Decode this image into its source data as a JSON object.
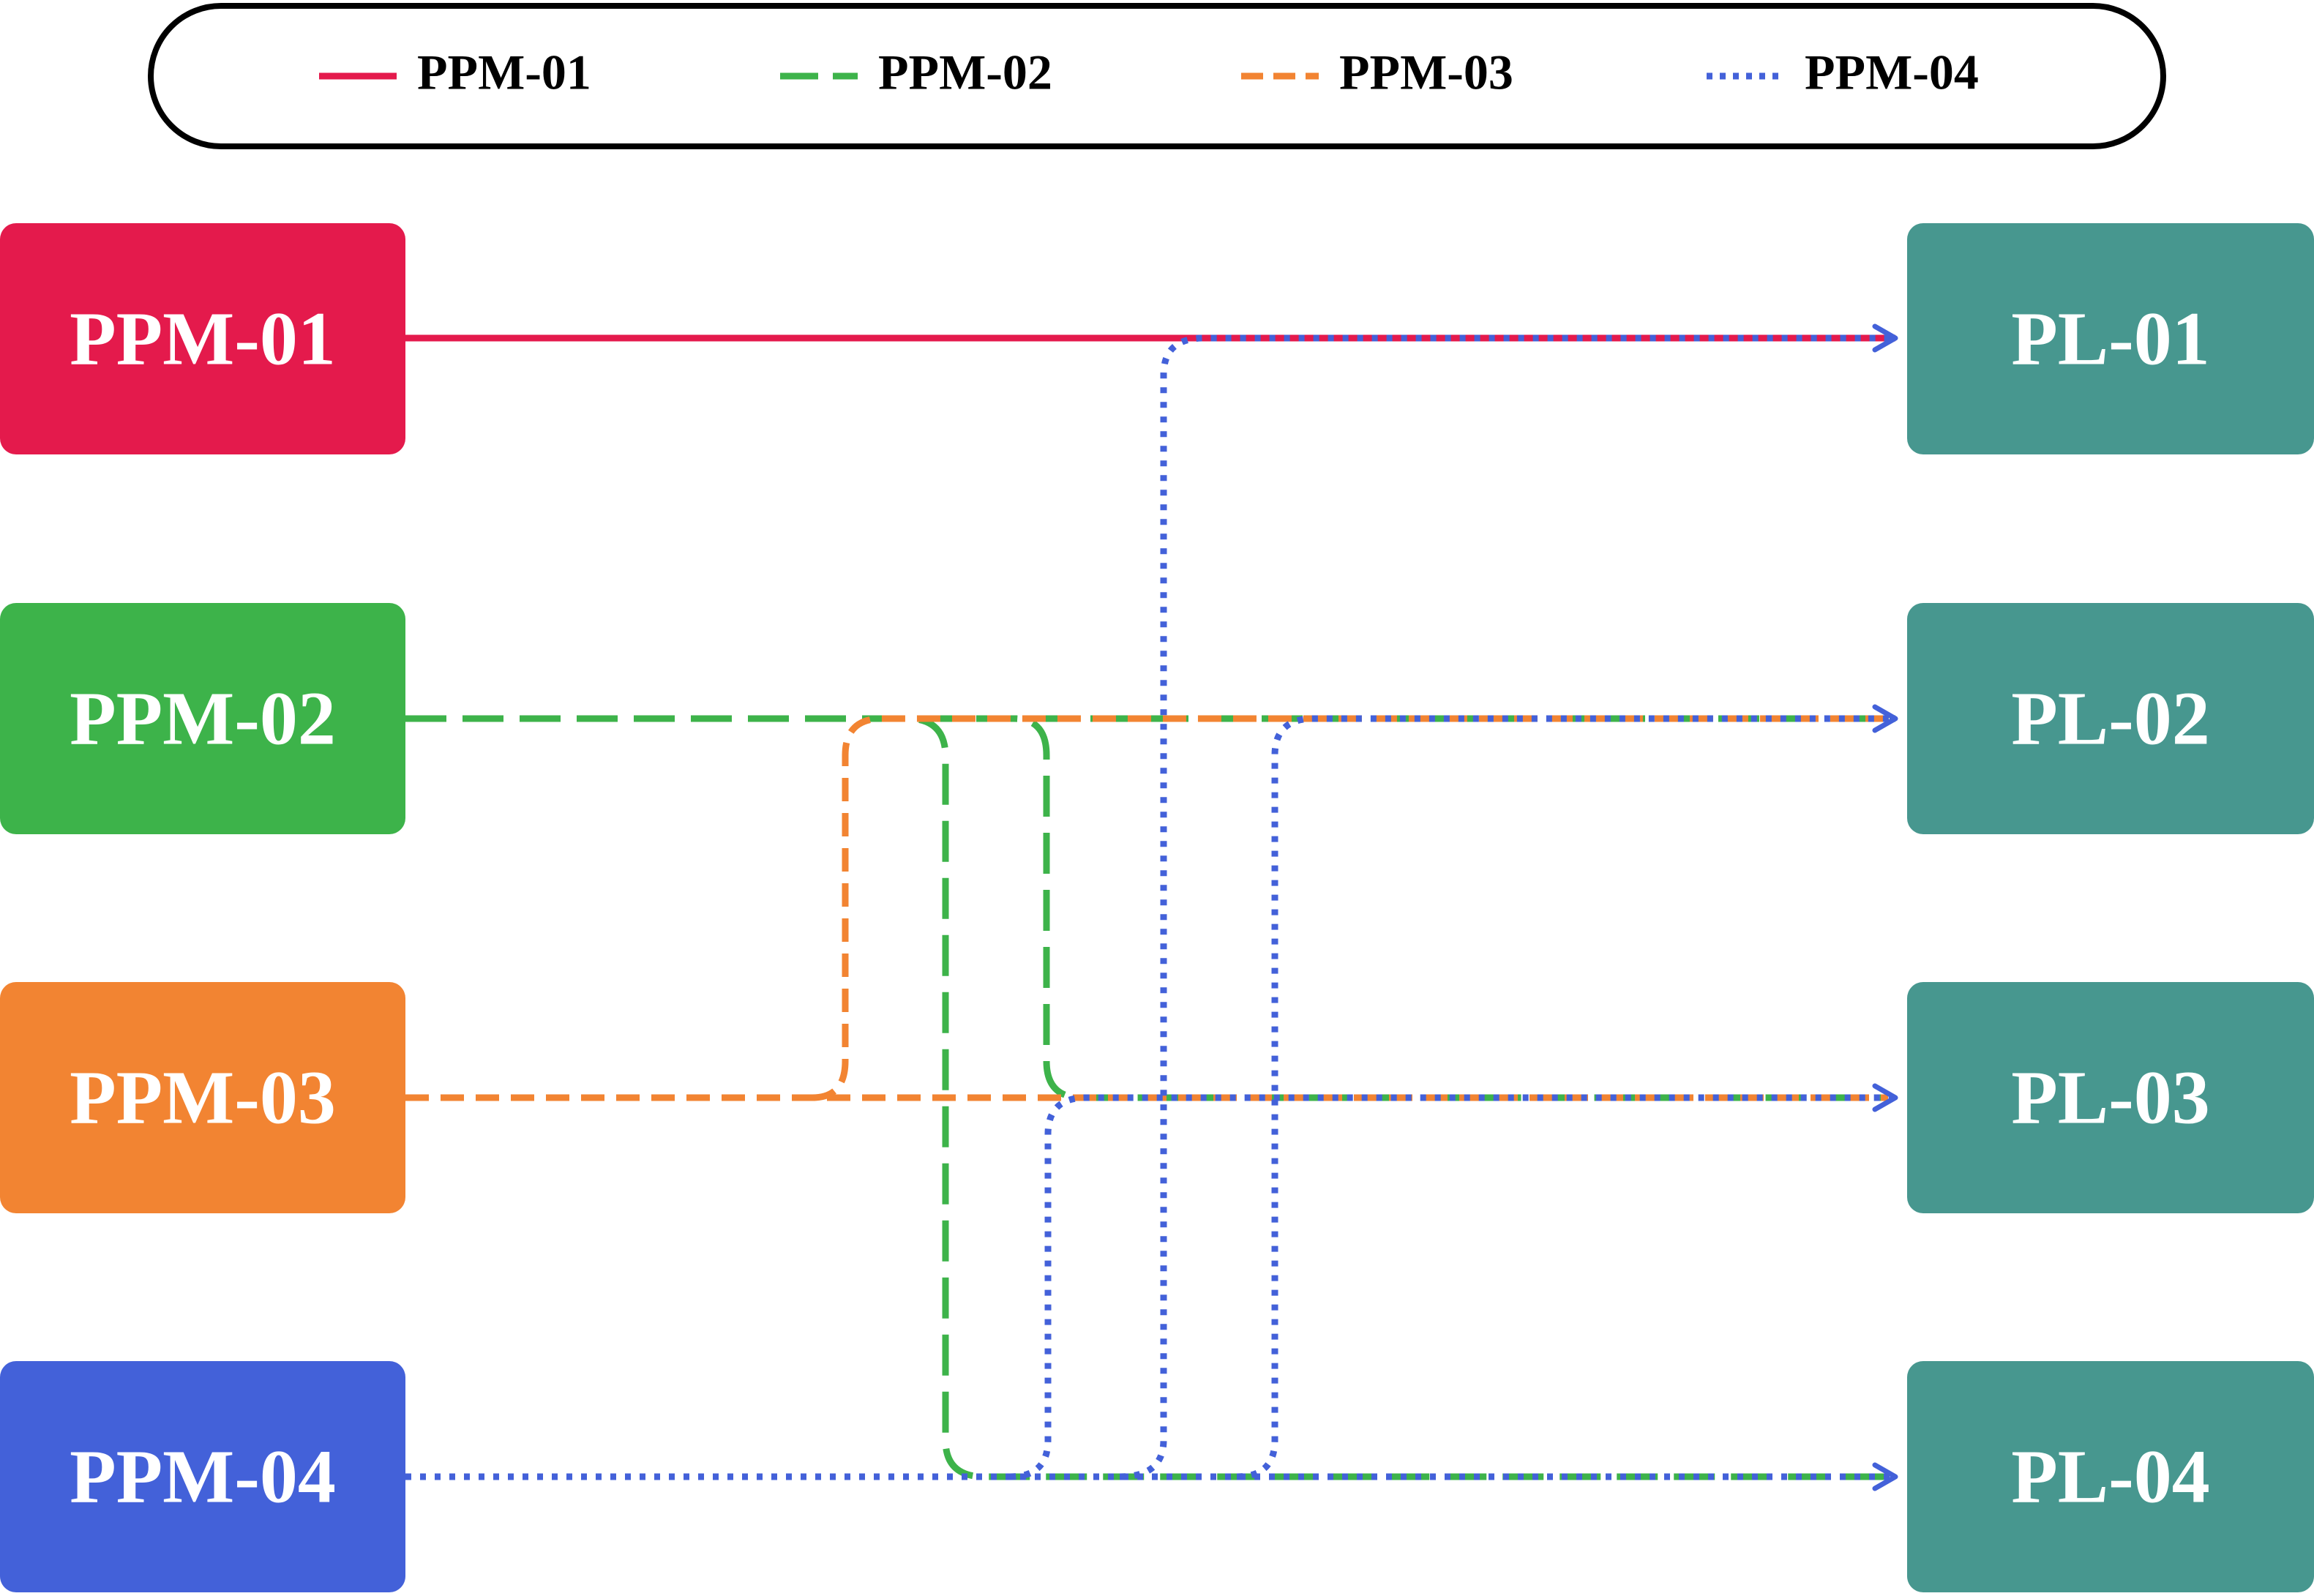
{
  "legend": {
    "items": [
      {
        "label": "PPM-01",
        "color": "#e41a4c",
        "style": "solid"
      },
      {
        "label": "PPM-02",
        "color": "#3db34a",
        "style": "dashed"
      },
      {
        "label": "PPM-03",
        "color": "#f28432",
        "style": "short-dashed"
      },
      {
        "label": "PPM-04",
        "color": "#4361d9",
        "style": "dotted"
      }
    ]
  },
  "sources": [
    {
      "id": "ppm-01",
      "label": "PPM-01",
      "color": "#e41a4c"
    },
    {
      "id": "ppm-02",
      "label": "PPM-02",
      "color": "#3db34a"
    },
    {
      "id": "ppm-03",
      "label": "PPM-03",
      "color": "#f28432"
    },
    {
      "id": "ppm-04",
      "label": "PPM-04",
      "color": "#4361d9"
    }
  ],
  "targets": [
    {
      "id": "pl-01",
      "label": "PL-01",
      "color": "#47978f"
    },
    {
      "id": "pl-02",
      "label": "PL-02",
      "color": "#47978f"
    },
    {
      "id": "pl-03",
      "label": "PL-03",
      "color": "#47978f"
    },
    {
      "id": "pl-04",
      "label": "PL-04",
      "color": "#47978f"
    }
  ],
  "connections": [
    {
      "from": "PPM-01",
      "to": "PL-01"
    },
    {
      "from": "PPM-02",
      "to": "PL-02"
    },
    {
      "from": "PPM-02",
      "to": "PL-03"
    },
    {
      "from": "PPM-02",
      "to": "PL-04"
    },
    {
      "from": "PPM-03",
      "to": "PL-02"
    },
    {
      "from": "PPM-03",
      "to": "PL-03"
    },
    {
      "from": "PPM-04",
      "to": "PL-01"
    },
    {
      "from": "PPM-04",
      "to": "PL-02"
    },
    {
      "from": "PPM-04",
      "to": "PL-03"
    },
    {
      "from": "PPM-04",
      "to": "PL-04"
    }
  ]
}
